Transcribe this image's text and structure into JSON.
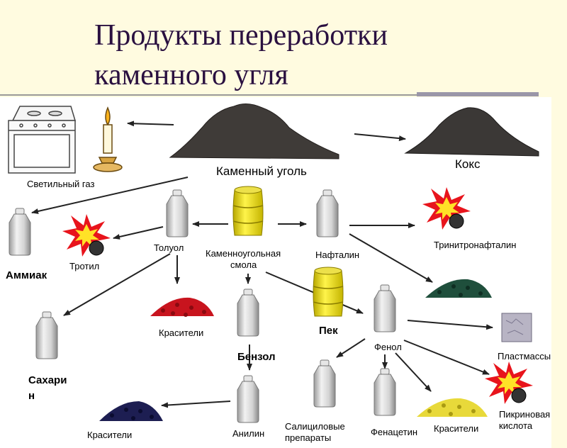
{
  "title": {
    "line1": "Продукты переработки",
    "line2": "каменного угля"
  },
  "colors": {
    "background": "#fffbe0",
    "title": "#2a1040",
    "arrow": "#222222"
  },
  "labels": {
    "coal": "Каменный уголь",
    "coke": "Кокс",
    "light_gas": "Светильный газ",
    "ammonia": "Аммиак",
    "trotyl": "Тротил",
    "toluene": "Толуол",
    "coal_tar_1": "Каменноугольная",
    "coal_tar_2": "смола",
    "naphthalene": "Нафталин",
    "trinitronaphthalene": "Тринитронафталин",
    "dyes_toluene": "Красители",
    "saccharin_1": "Сахари",
    "saccharin_2": "н",
    "benzene": "Бензол",
    "pitch": "Пек",
    "phenol": "Фенол",
    "plastics": "Пластмассы",
    "salicyl_1": "Салициловые",
    "salicyl_2": "препараты",
    "phenacetin": "Фенацетин",
    "dyes_phenol": "Красители",
    "picric_1": "Пикриновая",
    "picric_2": "кислота",
    "aniline": "Анилин",
    "dyes_aniline": "Красители"
  }
}
